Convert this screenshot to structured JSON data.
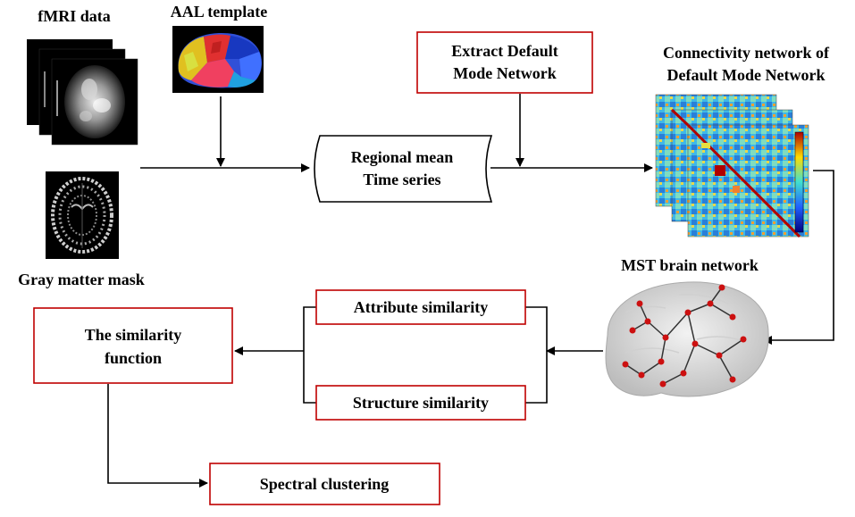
{
  "labels": {
    "fmri": "fMRI data",
    "aal": "AAL template",
    "gray": "Gray matter mask",
    "extract": [
      "Extract Default",
      "Mode Network"
    ],
    "regional": [
      "Regional mean",
      "Time series"
    ],
    "connectivity": [
      "Connectivity network of",
      "Default Mode Network"
    ],
    "mst": "MST brain network",
    "attribute": "Attribute similarity",
    "structure": "Structure similarity",
    "simfunc": [
      "The similarity",
      "function"
    ],
    "spectral": "Spectral clustering"
  },
  "colors": {
    "box_border": "#c00000",
    "line": "#000000",
    "brain_node": "#cc1010"
  },
  "icons": {
    "fmri": "fmri-scan-stack-image",
    "aal": "aal-brain-atlas-image",
    "gray": "gray-matter-mask-image",
    "connectivity": "connectivity-matrix-heatmap-image",
    "mst": "mst-brain-network-image"
  }
}
